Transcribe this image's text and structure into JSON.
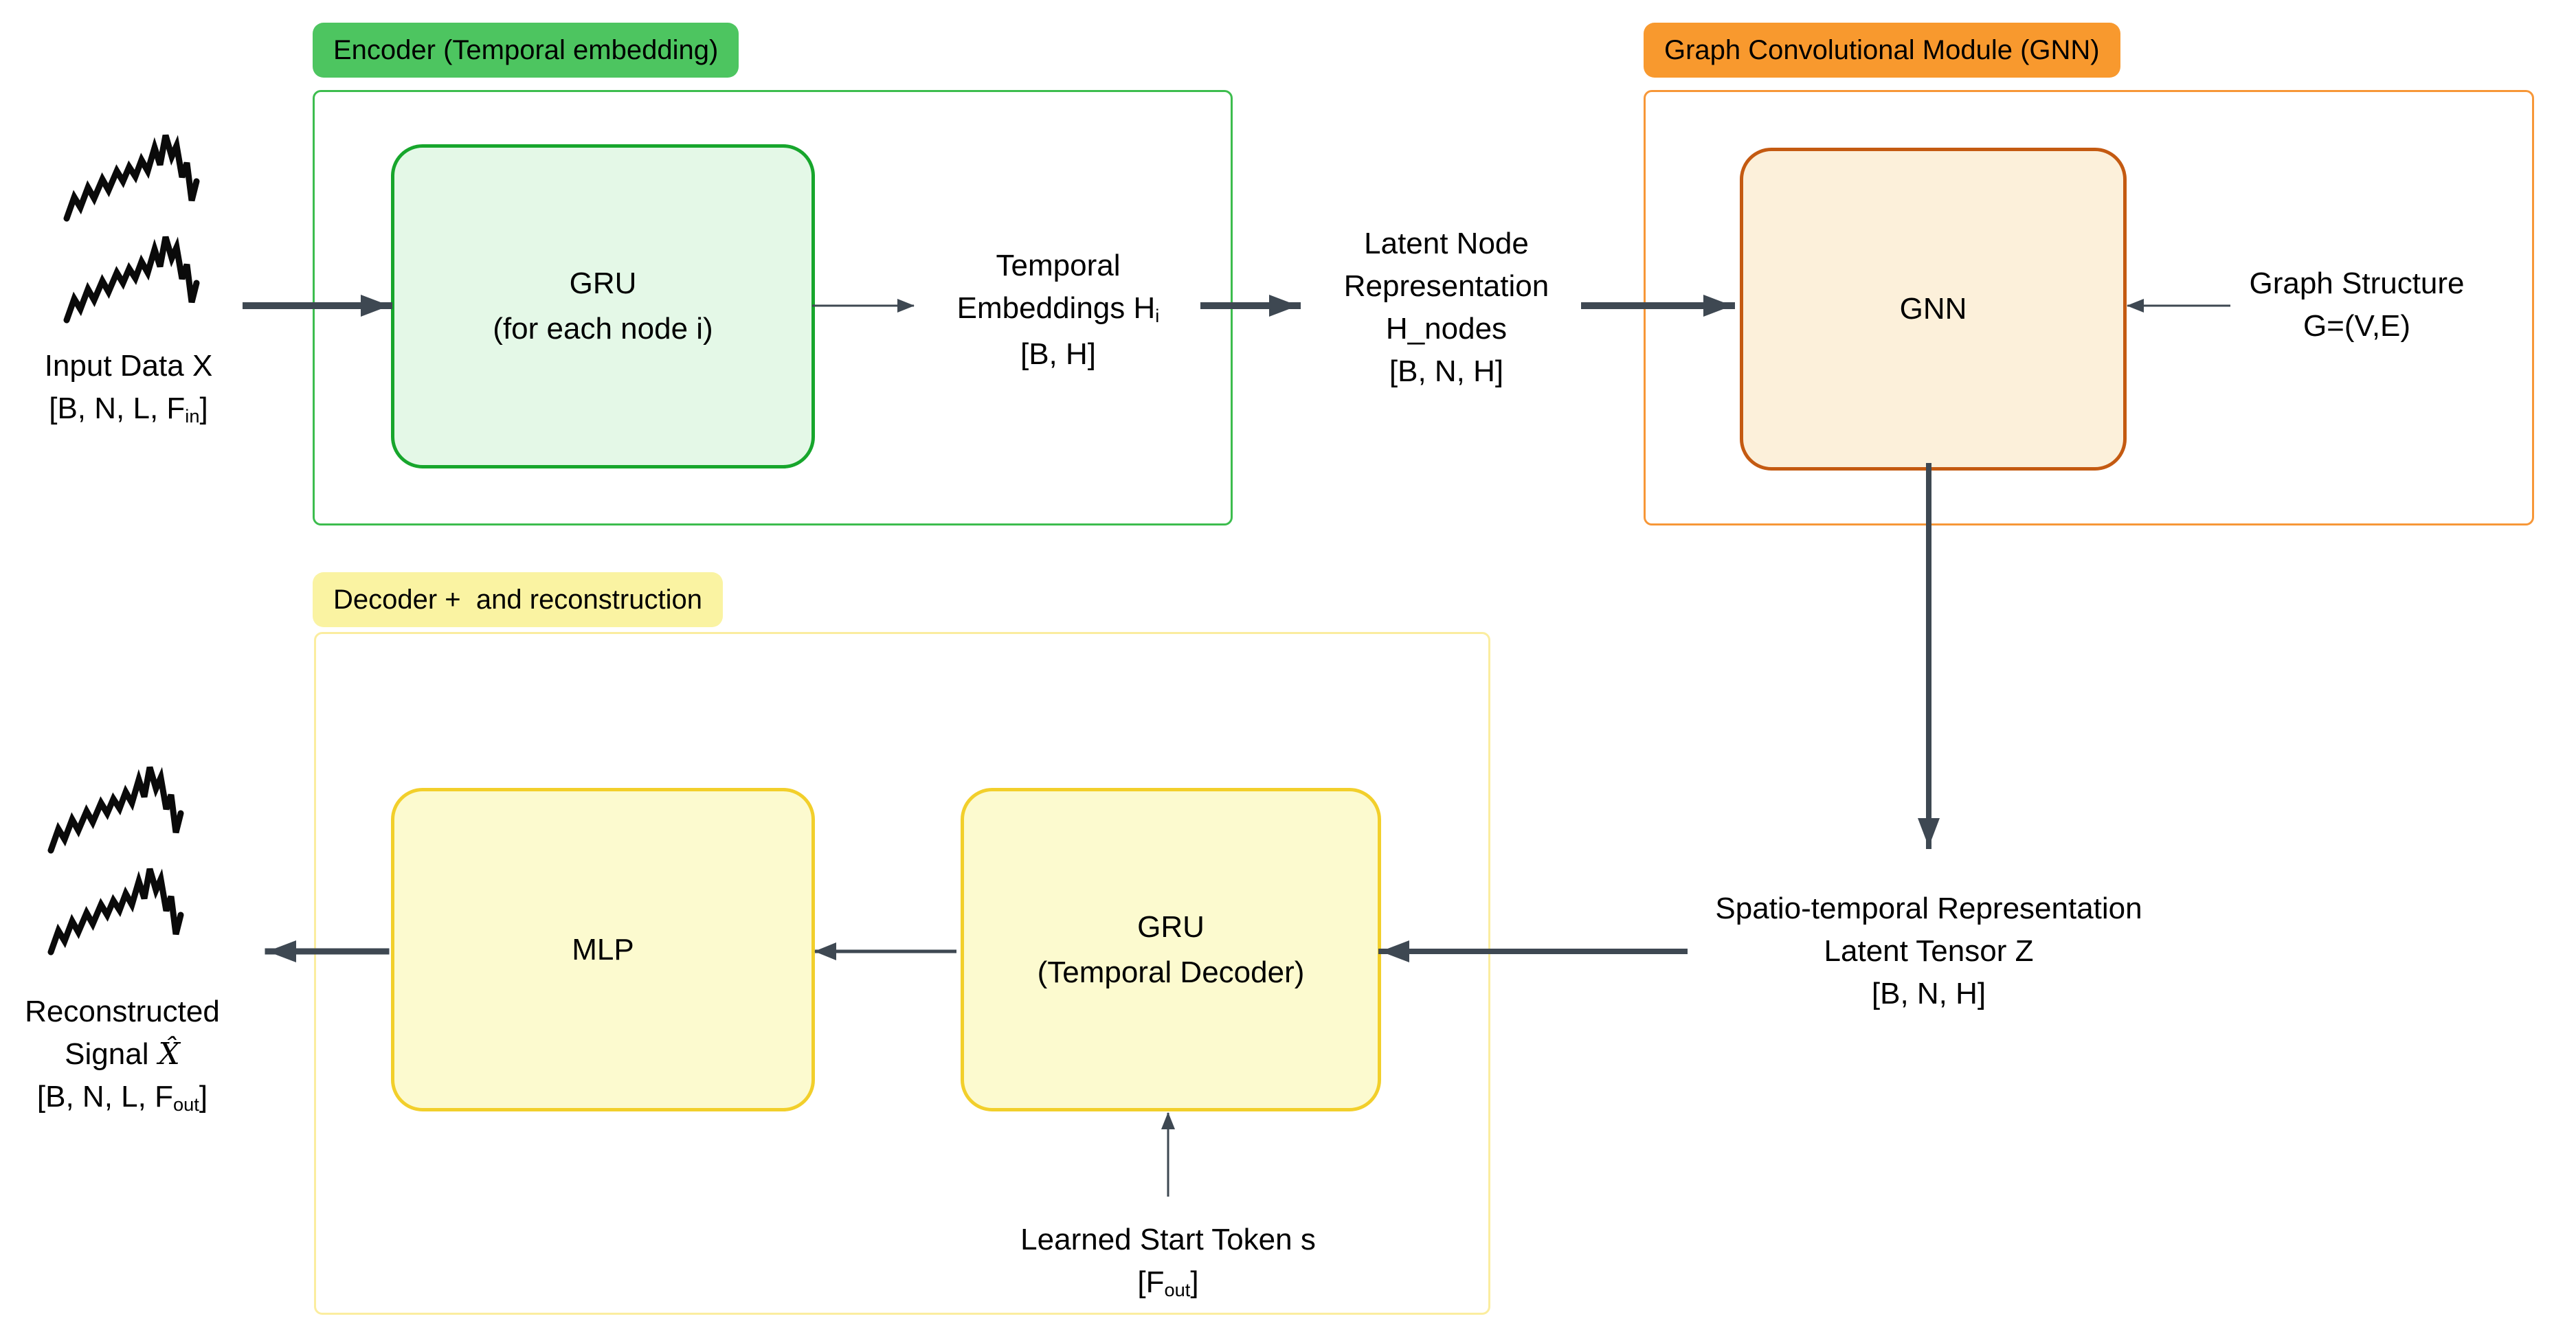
{
  "palette": {
    "background": "#ffffff",
    "arrow": "#3e4852",
    "signal_icon": "#0a0a0a",
    "encoder_label_bg": "#4dc560",
    "encoder_container_border": "#3dbd4e",
    "encoder_box_fill": "#e4f8e7",
    "encoder_box_border": "#17a62c",
    "gnn_label_bg": "#f8992e",
    "gnn_container_border": "#f79738",
    "gnn_box_fill": "#fcf0da",
    "gnn_box_border": "#c45a11",
    "decoder_label_bg": "#faf3a2",
    "decoder_container_border": "#fbed9f",
    "decoder_box_fill": "#fcfacf",
    "decoder_box_border": "#f2cf2b"
  },
  "input": {
    "line1": "Input Data X",
    "line2": "[B, N, L, F_{in}]"
  },
  "encoder": {
    "label": "Encoder (Temporal embedding)",
    "gru_box": {
      "line1": "GRU",
      "line2": "(for each node i)"
    },
    "temporal_embeddings": {
      "line1": "Temporal",
      "line2": "Embeddings H_{i}",
      "line3": "[B, H]"
    }
  },
  "latent_node": {
    "line1": "Latent Node",
    "line2": "Representation",
    "line3": "H_nodes",
    "line4": "[B, N, H]"
  },
  "gnn": {
    "label": "Graph Convolutional Module (GNN)",
    "box": "GNN",
    "graph_structure": {
      "line1": "Graph Structure",
      "line2": "G=(V,E)"
    }
  },
  "spatio": {
    "line1": "Spatio-temporal Representation",
    "line2": "Latent Tensor Z",
    "line3": "[B, N, H]"
  },
  "decoder": {
    "label": "Decoder +  and reconstruction",
    "mlp_box": "MLP",
    "gru_box": {
      "line1": "GRU",
      "line2": "(Temporal Decoder)"
    },
    "start_token": {
      "line1": "Learned Start Token s",
      "line2": "[F_{out}]"
    }
  },
  "reconstructed": {
    "line1": "Reconstructed",
    "line2_prefix": "Signal",
    "line2_math": "X̂",
    "line3": "[B, N, L, F_{out}]"
  }
}
